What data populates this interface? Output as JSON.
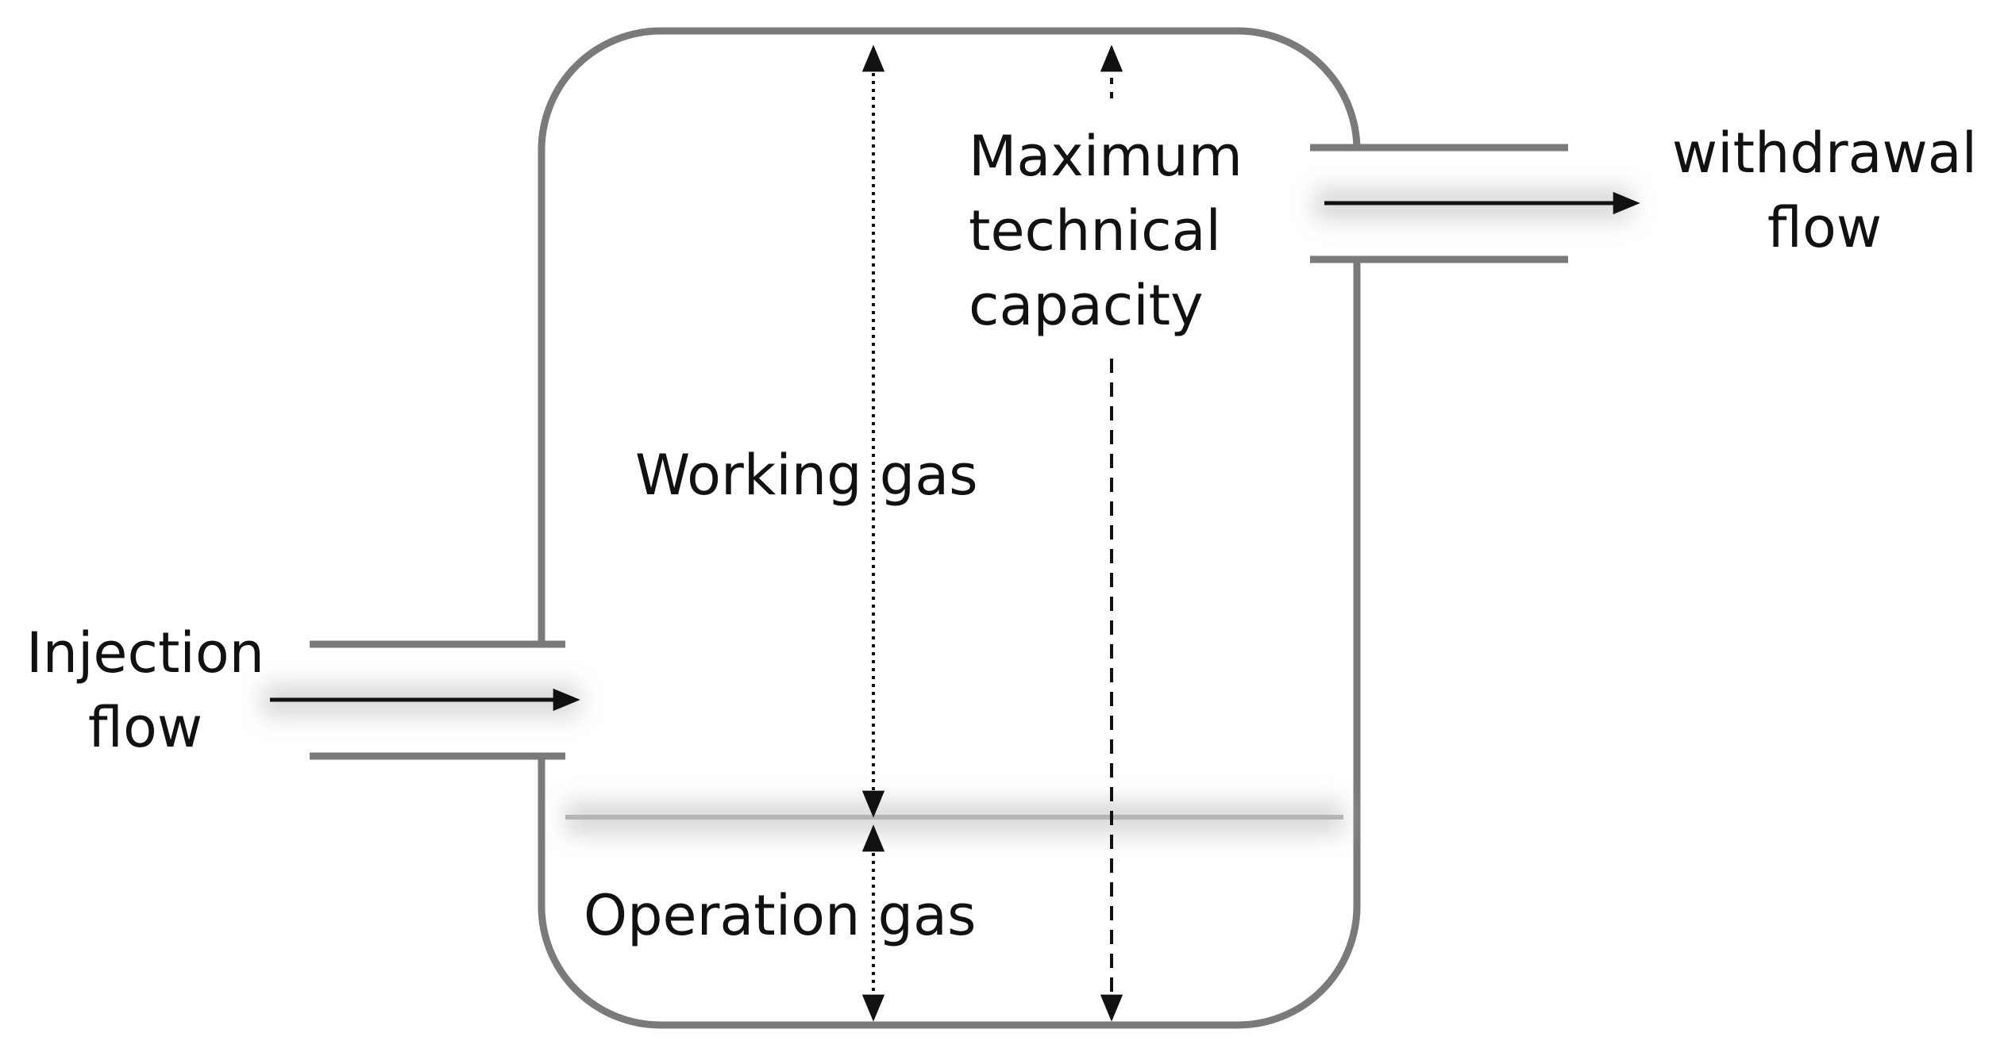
{
  "labels": {
    "injection": [
      "Injection",
      "flow"
    ],
    "withdrawal": [
      "withdrawal",
      "flow"
    ],
    "working_gas": "Working gas",
    "operation_gas": "Operation gas",
    "max_capacity": [
      "Maximum",
      "technical",
      "capacity"
    ]
  },
  "colors": {
    "tank_outline": "#7a7a7a",
    "pipe": "#7a7a7a",
    "arrow": "#111111",
    "level_line": "#b5b5b5",
    "text": "#111111"
  }
}
